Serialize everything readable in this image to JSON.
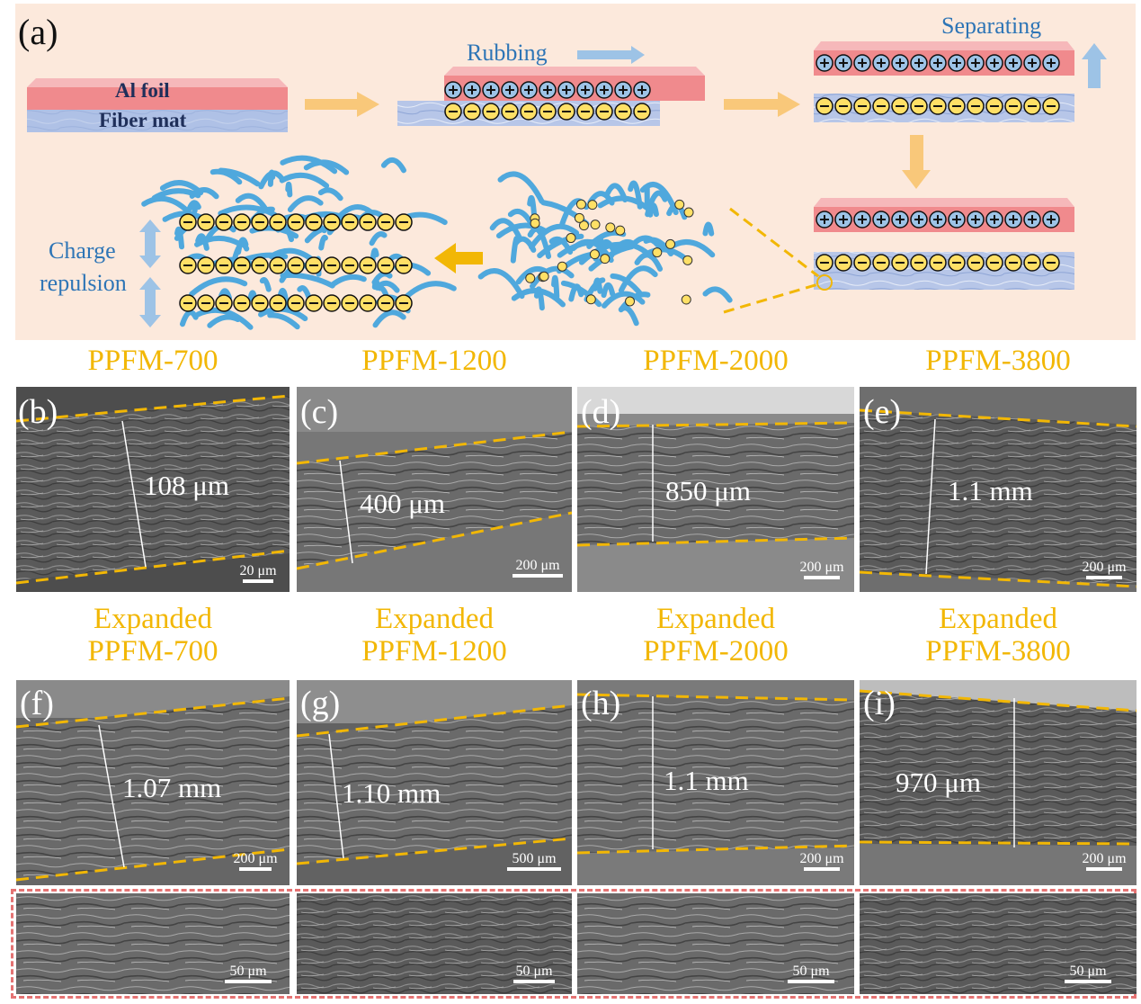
{
  "panel_a": {
    "label": "(a)",
    "al_foil": "Al foil",
    "fiber_mat": "Fiber mat",
    "rubbing": "Rubbing",
    "separating": "Separating",
    "charge_repulsion": [
      "Charge",
      "repulsion"
    ]
  },
  "row1": [
    {
      "title": "PPFM-700",
      "label": "(b)",
      "measure": "108 μm",
      "scale": "20 μm"
    },
    {
      "title": "PPFM-1200",
      "label": "(c)",
      "measure": "400 μm",
      "scale": "200 μm"
    },
    {
      "title": "PPFM-2000",
      "label": "(d)",
      "measure": "850 μm",
      "scale": "200 μm"
    },
    {
      "title": "PPFM-3800",
      "label": "(e)",
      "measure": "1.1 mm",
      "scale": "200 μm"
    }
  ],
  "row2": [
    {
      "title": [
        "Expanded",
        "PPFM-700"
      ],
      "label": "(f)",
      "measure": "1.07 mm",
      "scale": "200 μm"
    },
    {
      "title": [
        "Expanded",
        "PPFM-1200"
      ],
      "label": "(g)",
      "measure": "1.10 mm",
      "scale": "500 μm"
    },
    {
      "title": [
        "Expanded",
        "PPFM-2000"
      ],
      "label": "(h)",
      "measure": "1.1 mm",
      "scale": "200 μm"
    },
    {
      "title": [
        "Expanded",
        "PPFM-3800"
      ],
      "label": "(i)",
      "measure": "970 μm",
      "scale": "200 μm"
    }
  ],
  "row3": [
    {
      "scale": "50 μm"
    },
    {
      "scale": "50 μm"
    },
    {
      "scale": "50 μm"
    },
    {
      "scale": "50 μm"
    }
  ],
  "colors": {
    "gold": "#f2b705",
    "blue_text": "#2e75b6",
    "pink_layer": "#f08a8d",
    "fiber_layer": "#a9bde4",
    "panel_bg": "#fce9dc",
    "dash_red": "#e57373"
  }
}
